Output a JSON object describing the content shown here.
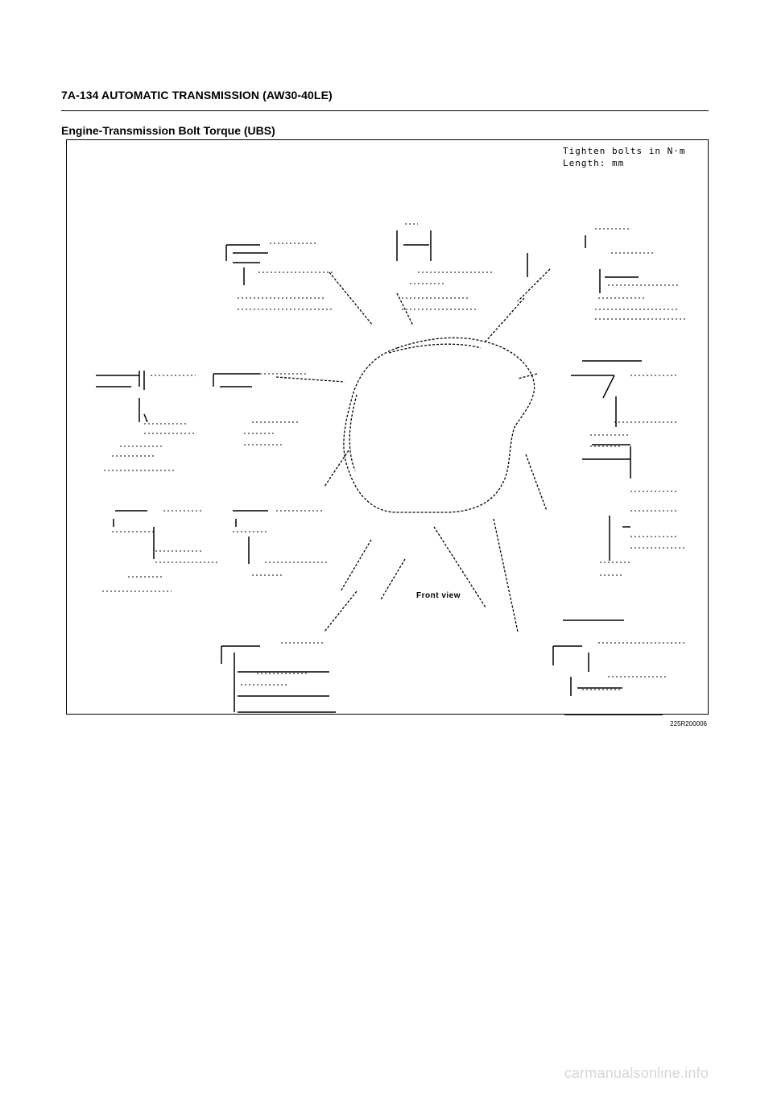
{
  "header": {
    "text": "7A-134  AUTOMATIC TRANSMISSION (AW30-40LE)"
  },
  "section": {
    "title": "Engine-Transmission Bolt Torque (UBS)"
  },
  "figure": {
    "legend": "Tighten bolts in N·m\nLength: mm",
    "front_view_label": "Front view",
    "code": "225R200006"
  },
  "watermark": {
    "text": "carmanualsonline.info"
  }
}
